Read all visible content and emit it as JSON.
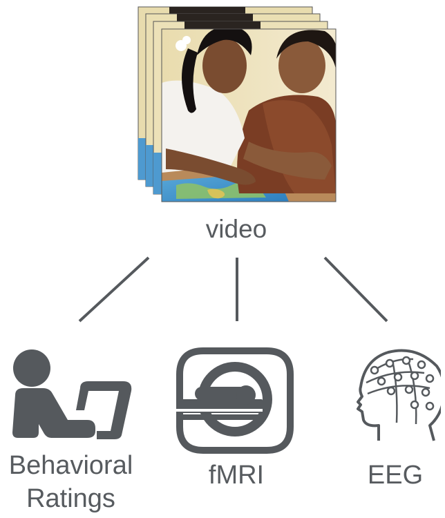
{
  "title": "video",
  "outputs": [
    {
      "label": "Behavioral Ratings",
      "icon": "person-rating-icon"
    },
    {
      "label": "fMRI",
      "icon": "mri-scanner-icon"
    },
    {
      "label": "EEG",
      "icon": "eeg-head-icon"
    }
  ],
  "colors": {
    "icon": "#55595d",
    "text": "#575b5f",
    "line": "#55595d"
  }
}
